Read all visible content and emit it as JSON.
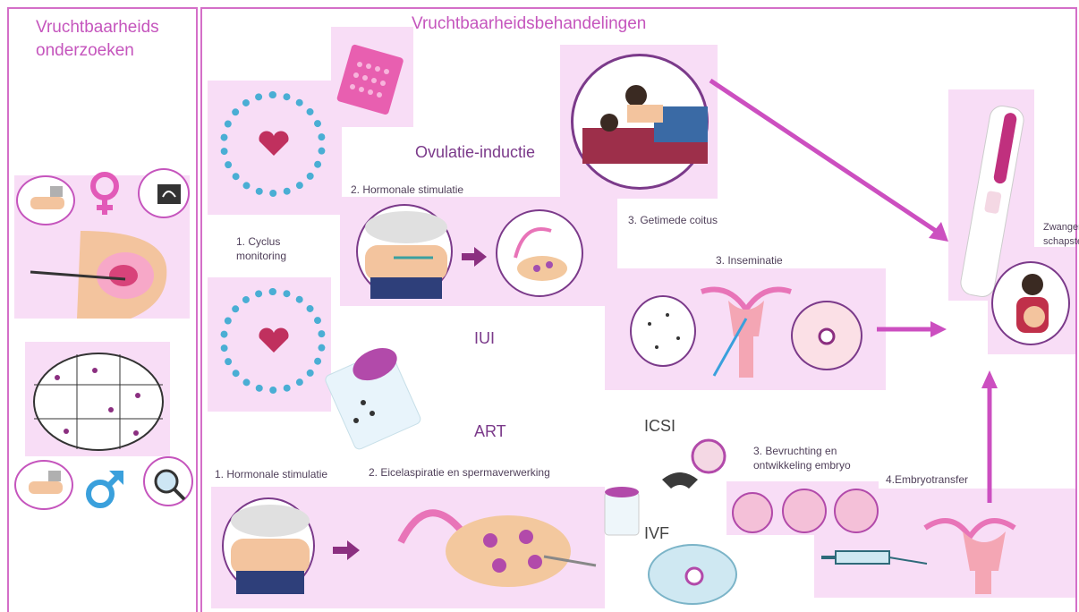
{
  "left_panel": {
    "title": "Vruchtbaarheids onderzoeken"
  },
  "main_panel": {
    "title": "Vruchtbaarheidsbehandelingen"
  },
  "ovulation": {
    "title": "Ovulatie-inductie",
    "step1": "1. Cyclus monitoring",
    "step2": "2. Hormonale stimulatie",
    "step3": "3. Getimede coitus"
  },
  "iui": {
    "title": "IUI",
    "step3": "3. Inseminatie"
  },
  "art": {
    "title": "ART",
    "step1": "1. Hormonale stimulatie",
    "step2": "2. Eicelaspiratie en spermaverwerking",
    "step3": "3. Bevruchting en ontwikkeling embryo",
    "step4": "4.Embryotransfer",
    "icsi": "ICSI",
    "ivf": "IVF"
  },
  "result": {
    "label": "Zwanger schapstest"
  },
  "icons": [
    "female-symbol-icon",
    "male-symbol-icon",
    "ultrasound-icon",
    "laparoscopy-icon",
    "semen-analysis-icon",
    "blood-test-icon",
    "cycle-calendar-icon",
    "pill-pack-icon",
    "injection-icon",
    "ovary-icon",
    "couple-bed-icon",
    "sperm-cup-icon",
    "uterus-icon",
    "pregnancy-test-icon",
    "pregnant-woman-icon",
    "petri-dish-icon",
    "syringe-icon",
    "embryo-icon",
    "arrow-icon"
  ],
  "colors": {
    "frame": "#d46fc8",
    "pink_bg": "#f8ddf6",
    "title": "#c555bd",
    "arrow": "#cc4fc0",
    "male_blue": "#3aa0dc"
  }
}
